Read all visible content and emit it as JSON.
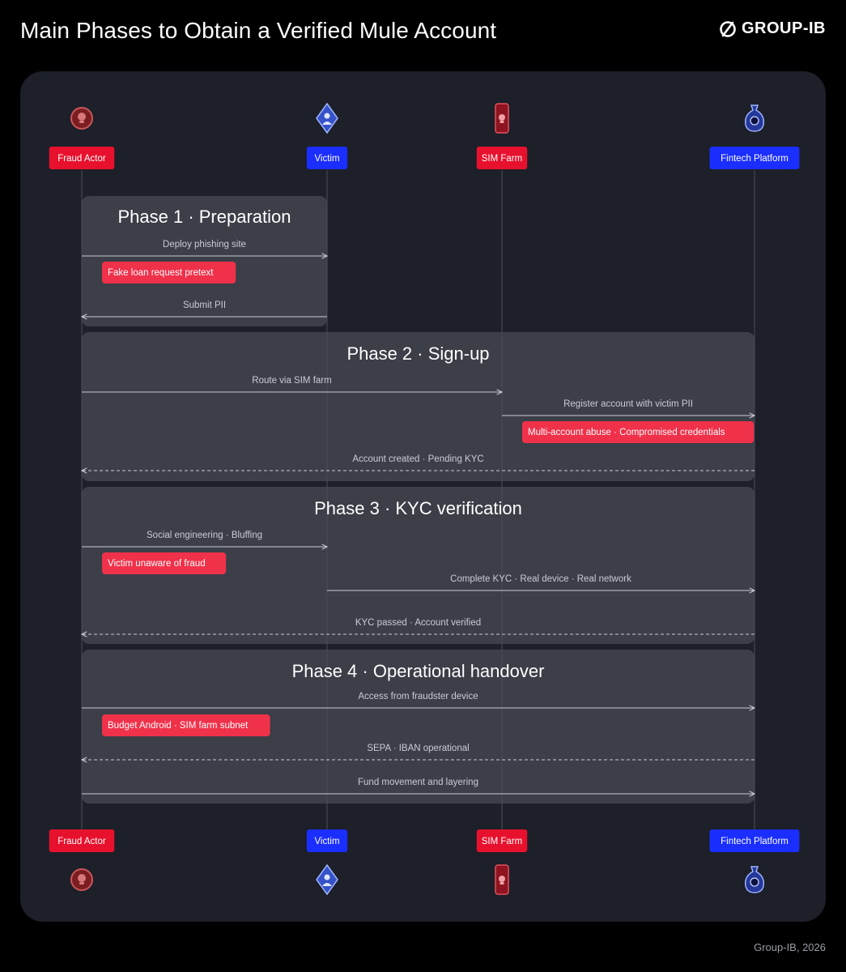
{
  "title": "Main Phases to Obtain a Verified Mule Account",
  "brand": {
    "name": "GROUP-IB",
    "icon": "group-ib-logo-icon"
  },
  "footer": "Group-IB, 2026",
  "colors": {
    "red": "#e8112d",
    "blue": "#1a2eff",
    "tag_red": "#f0314a",
    "panel": "#1d1f29",
    "phase": "#3c3e48"
  },
  "actors": [
    {
      "id": "fraud",
      "label": "Fraud Actor",
      "color": "red",
      "icon": "fraud-actor-icon"
    },
    {
      "id": "victim",
      "label": "Victim",
      "color": "blue",
      "icon": "victim-icon"
    },
    {
      "id": "sim",
      "label": "SIM Farm",
      "color": "red",
      "icon": "sim-farm-icon"
    },
    {
      "id": "fintech",
      "label": "Fintech Platform",
      "color": "blue",
      "icon": "fintech-platform-icon"
    }
  ],
  "phases": [
    {
      "title": "Phase 1 · Preparation",
      "span": [
        "fraud",
        "victim"
      ],
      "items": [
        {
          "kind": "msg",
          "from": "fraud",
          "to": "victim",
          "label": "Deploy phishing site",
          "dashed": false
        },
        {
          "kind": "note",
          "at": "fraud",
          "label": "Fake loan request pretext"
        },
        {
          "kind": "msg",
          "from": "victim",
          "to": "fraud",
          "label": "Submit PII",
          "dashed": false
        }
      ]
    },
    {
      "title": "Phase 2 · Sign-up",
      "span": [
        "fraud",
        "fintech"
      ],
      "items": [
        {
          "kind": "msg",
          "from": "fraud",
          "to": "sim",
          "label": "Route via SIM farm",
          "dashed": false
        },
        {
          "kind": "msg",
          "from": "sim",
          "to": "fintech",
          "label": "Register account with victim PII",
          "dashed": false
        },
        {
          "kind": "note",
          "at": "sim",
          "label": "Multi-account abuse · Compromised credentials"
        },
        {
          "kind": "msg",
          "from": "fintech",
          "to": "fraud",
          "label": "Account created · Pending KYC",
          "dashed": true
        }
      ]
    },
    {
      "title": "Phase 3 · KYC verification",
      "span": [
        "fraud",
        "fintech"
      ],
      "items": [
        {
          "kind": "msg",
          "from": "fraud",
          "to": "victim",
          "label": "Social engineering · Bluffing",
          "dashed": false
        },
        {
          "kind": "note",
          "at": "fraud",
          "label": "Victim unaware of fraud"
        },
        {
          "kind": "msg",
          "from": "victim",
          "to": "fintech",
          "label": "Complete KYC · Real device · Real network",
          "dashed": false
        },
        {
          "kind": "msg",
          "from": "fintech",
          "to": "fraud",
          "label": "KYC passed · Account verified",
          "dashed": true
        }
      ]
    },
    {
      "title": "Phase 4 · Operational handover",
      "span": [
        "fraud",
        "fintech"
      ],
      "items": [
        {
          "kind": "msg",
          "from": "fraud",
          "to": "fintech",
          "label": "Access from fraudster device",
          "dashed": false
        },
        {
          "kind": "note",
          "at": "fraud",
          "label": "Budget Android · SIM farm subnet"
        },
        {
          "kind": "msg",
          "from": "fintech",
          "to": "fraud",
          "label": "SEPA · IBAN operational",
          "dashed": true
        },
        {
          "kind": "msg",
          "from": "fraud",
          "to": "fintech",
          "label": "Fund movement and layering",
          "dashed": false
        }
      ]
    }
  ]
}
